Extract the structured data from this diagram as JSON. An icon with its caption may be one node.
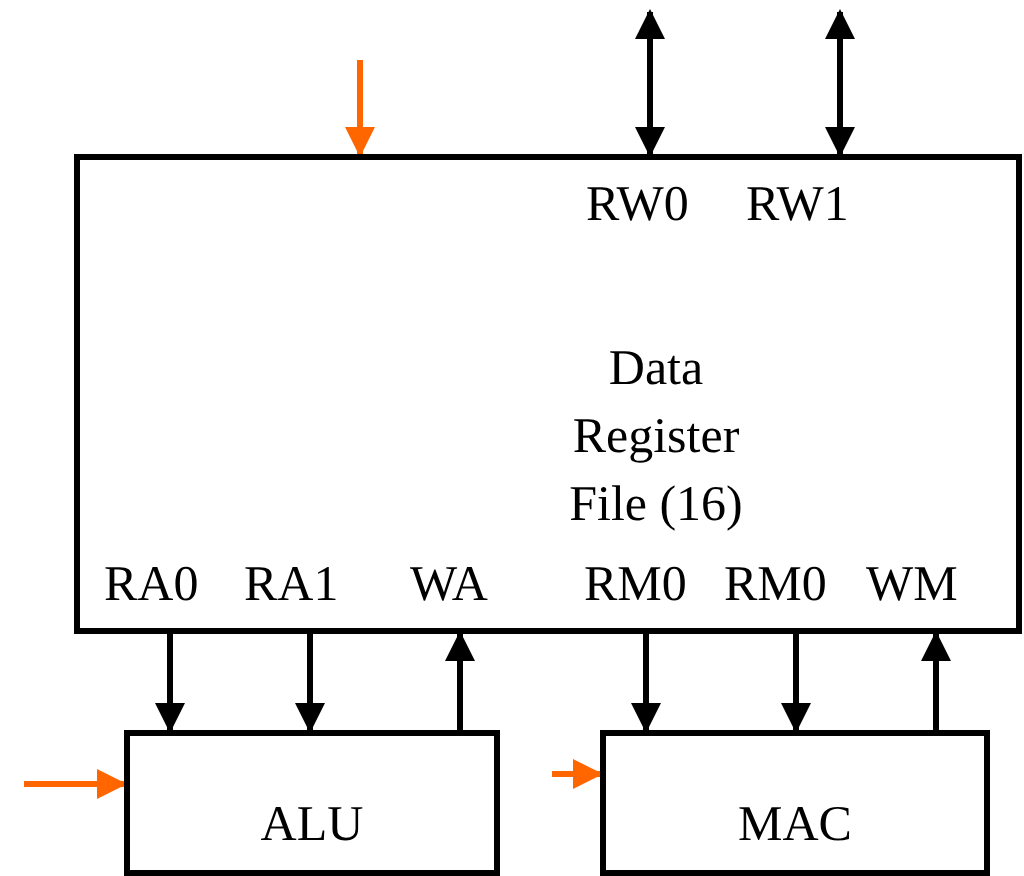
{
  "diagram": {
    "nodes": [
      {
        "text": [
          "Data Register File (16)"
        ]
      },
      {
        "text": [
          "ALU"
        ]
      },
      {
        "text": [
          "MAC"
        ]
      }
    ],
    "edges": [
      {
        "from": null,
        "to": 0,
        "arrow": "to",
        "color": "#ff6600"
      },
      {
        "from": null,
        "to": 0,
        "arrow": "both"
      },
      {
        "from": null,
        "to": 0,
        "arrow": "both"
      },
      {
        "from": 0,
        "to": 1,
        "arrow": "to"
      },
      {
        "from": 0,
        "to": 1,
        "arrow": "to"
      },
      {
        "from": 1,
        "to": 0,
        "arrow": "to"
      },
      {
        "from": 0,
        "to": 2,
        "arrow": "to"
      },
      {
        "from": 0,
        "to": 2,
        "arrow": "to"
      },
      {
        "from": 2,
        "to": 0,
        "arrow": "to"
      },
      {
        "from": null,
        "to": 1,
        "arrow": "to",
        "color": "#ff6600"
      },
      {
        "from": null,
        "to": 2,
        "arrow": "to",
        "color": "#ff6600"
      }
    ],
    "labels": [
      "RW0",
      "RW1",
      "RA0",
      "RA1",
      "WA",
      "RM0",
      "RM0",
      "WM"
    ]
  }
}
